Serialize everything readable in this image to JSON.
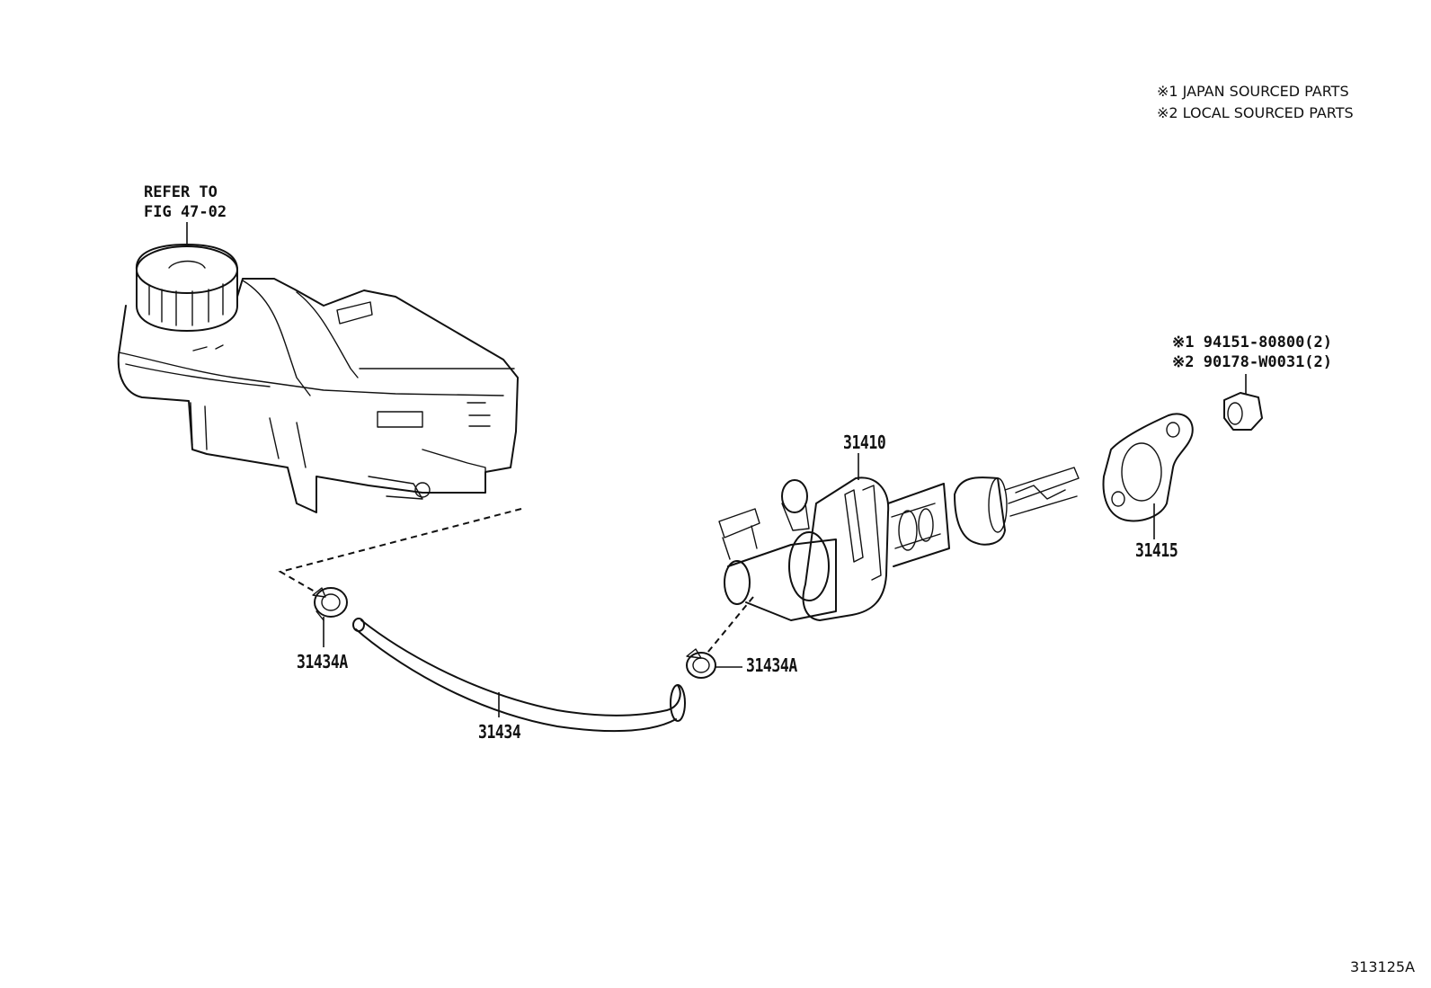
{
  "legend": {
    "note_1": "※1 JAPAN SOURCED PARTS",
    "note_2": "※2 LOCAL SOURCED PARTS"
  },
  "reference": {
    "line_1": "REFER TO",
    "line_2": "FIG 47-02"
  },
  "nut_parts": {
    "line_1": "※1  94151-80800(2)",
    "line_2": "※2  90178-W0031(2)"
  },
  "parts": {
    "master_cylinder": "31410",
    "gasket": "31415",
    "hose": "31434",
    "clamp_left": "31434A",
    "clamp_right": "31434A"
  },
  "figure_id": "313125A"
}
